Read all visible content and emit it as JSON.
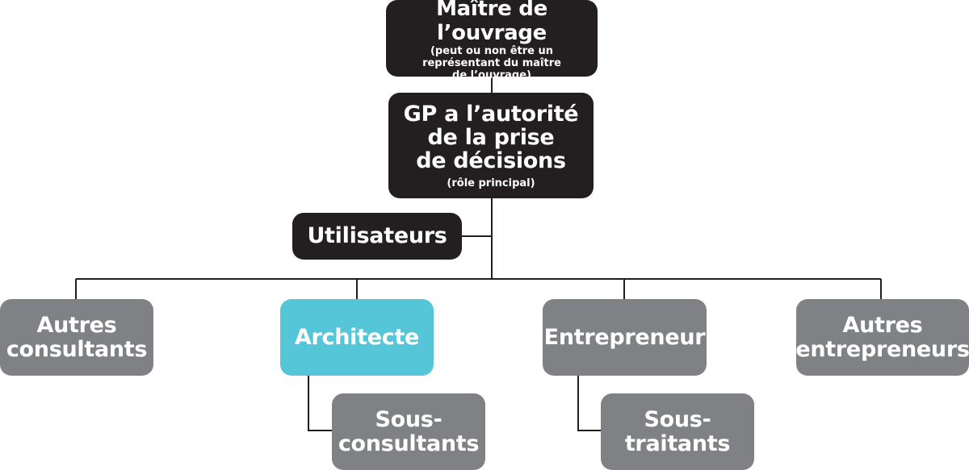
{
  "colors": {
    "dark_box": "#231f20",
    "grey_box": "#808184",
    "highlight_box": "#55c6d8",
    "connector": "#231f20",
    "text": "#ffffff"
  },
  "nodes": {
    "owner": {
      "title": "Maître de l’ouvrage",
      "subtitle": "(peut ou non être un\nreprésentant du maître\nde l’ouvrage)"
    },
    "project_manager": {
      "title": "GP a l’autorité\nde la prise\nde décisions",
      "subtitle": "(rôle principal)"
    },
    "users": {
      "title": "Utilisateurs"
    },
    "other_consultants": {
      "title": "Autres\nconsultants"
    },
    "architect": {
      "title": "Architecte"
    },
    "contractor": {
      "title": "Entrepreneur"
    },
    "other_contractors": {
      "title": "Autres\nentrepreneurs"
    },
    "subconsultants": {
      "title": "Sous-\nconsultants"
    },
    "subcontractors": {
      "title": "Sous-\ntraitants"
    }
  }
}
